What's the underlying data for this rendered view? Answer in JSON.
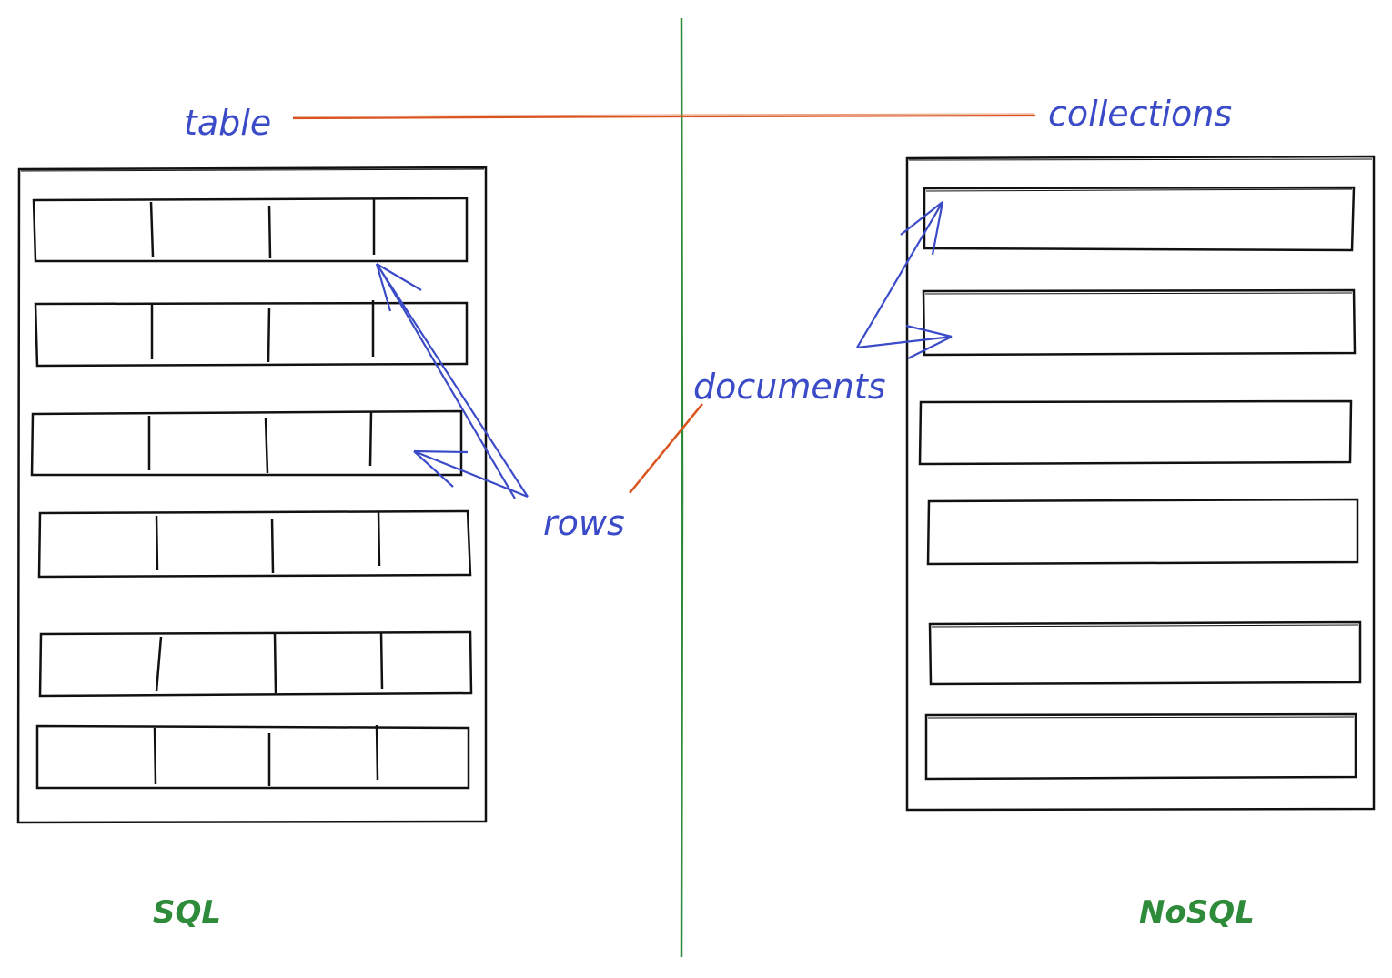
{
  "labels": {
    "table": "table",
    "collections": "collections",
    "documents": "documents",
    "rows": "rows",
    "sql": "SQL",
    "nosql": "NoSQL"
  },
  "colors": {
    "ink": "#111111",
    "blue": "#3b4bc8",
    "green": "#2e8b3a",
    "red": "#d9541e"
  },
  "sql_table": {
    "rows": 6,
    "columns_per_row": 4
  },
  "nosql_collection": {
    "documents": 6
  }
}
